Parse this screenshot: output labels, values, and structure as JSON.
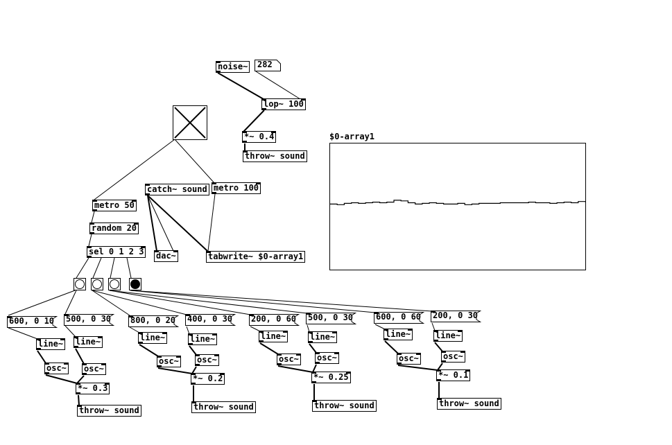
{
  "window": {
    "type": "Pure Data patch"
  },
  "objects": {
    "noise": "noise~",
    "lop": "lop~ 100",
    "mul_04": "*~ 0.4",
    "throw_top": "throw~ sound",
    "catch": "catch~ sound",
    "metro100": "metro 100",
    "dac": "dac~",
    "tabwrite": "tabwrite~ $0-array1",
    "metro50": "metro 50",
    "random": "random 20",
    "sel": "sel 0 1 2 3",
    "line1": "line~",
    "line2": "line~",
    "line3": "line~",
    "line4": "line~",
    "line5": "line~",
    "line6": "line~",
    "line7": "line~",
    "line8": "line~",
    "osc1": "osc~",
    "osc2": "osc~",
    "osc3": "osc~",
    "osc4": "osc~",
    "osc5": "osc~",
    "osc6": "osc~",
    "osc7": "osc~",
    "osc8": "osc~",
    "mul_03": "*~ 0.3",
    "mul_02": "*~ 0.2",
    "mul_025": "*~ 0.25",
    "mul_01": "*~ 0.1",
    "throw1": "throw~ sound",
    "throw2": "throw~ sound",
    "throw3": "throw~ sound",
    "throw4": "throw~ sound"
  },
  "messages": {
    "m1": "600, 0 10",
    "m2": "500, 0 30",
    "m3": "800, 0 20",
    "m4": "400, 0 30",
    "m5": "200, 0 60",
    "m6": "500, 0 30",
    "m7": "600, 0 60",
    "m8": "200, 0 30"
  },
  "number_box": {
    "value": "282"
  },
  "toggle": {
    "state": "on"
  },
  "bangs": {
    "active_index": 3,
    "count": 4
  },
  "array": {
    "name": "$0-array1",
    "values_normalized": [
      0.04,
      0.03,
      0.05,
      0.06,
      0.05,
      0.06,
      0.07,
      0.06,
      0.07,
      0.1,
      0.09,
      0.06,
      0.04,
      0.05,
      0.06,
      0.05,
      0.04,
      0.04,
      0.05,
      0.03,
      0.04,
      0.05,
      0.05,
      0.05,
      0.06,
      0.06,
      0.06,
      0.06,
      0.07,
      0.06,
      0.06,
      0.05,
      0.06,
      0.07,
      0.06,
      0.08,
      0.07
    ]
  }
}
